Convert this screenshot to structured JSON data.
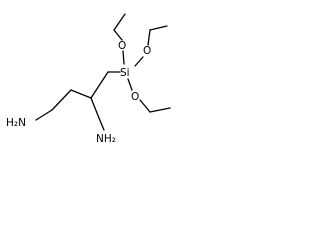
{
  "molecule": {
    "atoms": {
      "amine1_label": "H₂N",
      "amine2_label": "NH₂",
      "silicon_label": "Si",
      "oxygen_top1_label": "O",
      "oxygen_top2_label": "O",
      "oxygen_bottom_label": "O"
    },
    "colors": {
      "bond": "#000000",
      "label": "#000000",
      "background": "#ffffff"
    }
  }
}
